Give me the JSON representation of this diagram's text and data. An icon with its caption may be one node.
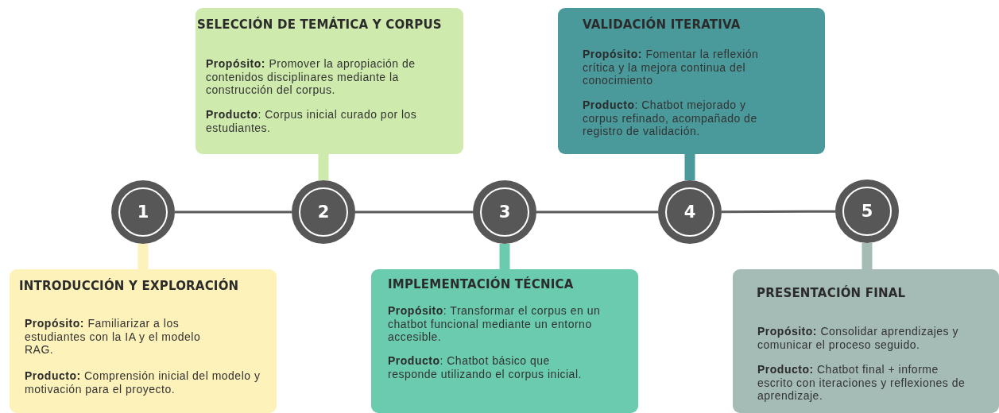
{
  "diagram": {
    "nodes": [
      {
        "text": [
          "1"
        ]
      },
      {
        "text": [
          "2"
        ]
      },
      {
        "text": [
          "3"
        ]
      },
      {
        "text": [
          "4"
        ]
      },
      {
        "text": [
          "5"
        ]
      },
      {
        "text": [
          "INTRODUCCIÓN Y EXPLORACIÓN",
          "**Propósito:** Familiarizar a los estudiantes con la IA y el modelo RAG.",
          "**Producto:** Comprensión inicial del modelo y motivación para el proyecto."
        ]
      },
      {
        "text": [
          "SELECCIÓN DE TEMÁTICA Y CORPUS",
          "**Propósito:** Promover la apropiación de contenidos disciplinares mediante la construcción del corpus.",
          "**Producto**: Corpus inicial curado por los estudiantes."
        ]
      },
      {
        "text": [
          "IMPLEMENTACIÓN TÉCNICA",
          "**Propósito**: Transformar el corpus en un chatbot funcional mediante un entorno accesible.",
          "**Producto**: Chatbot básico que responde utilizando el corpus inicial."
        ]
      },
      {
        "text": [
          "VALIDACIÓN ITERATIVA",
          "**Propósito:** Fomentar la reflexión crítica y la mejora continua del conocimiento",
          "**Producto**: Chatbot mejorado y corpus refinado, acompañado de registro de validación."
        ]
      },
      {
        "text": [
          "PRESENTACIÓN FINAL",
          "**Propósito:** Consolidar aprendizajes y comunicar el proceso seguido.",
          "**Producto:** Chatbot final + informe escrito con iteraciones y reflexiones de aprendizaje."
        ]
      }
    ],
    "edges": [
      {
        "from": 0,
        "to": 1,
        "arrow": "none"
      },
      {
        "from": 1,
        "to": 2,
        "arrow": "none"
      },
      {
        "from": 2,
        "to": 3,
        "arrow": "none"
      },
      {
        "from": 3,
        "to": 4,
        "arrow": "none"
      },
      {
        "from": 0,
        "to": 5,
        "arrow": "none",
        "color": "#fdf2ba"
      },
      {
        "from": 1,
        "to": 6,
        "arrow": "none",
        "color": "#cfeaad"
      },
      {
        "from": 2,
        "to": 7,
        "arrow": "none",
        "color": "#6acbae"
      },
      {
        "from": 3,
        "to": 8,
        "arrow": "none",
        "color": "#4a999b"
      },
      {
        "from": 4,
        "to": 9,
        "arrow": "none",
        "color": "#a5bbb5"
      }
    ]
  }
}
